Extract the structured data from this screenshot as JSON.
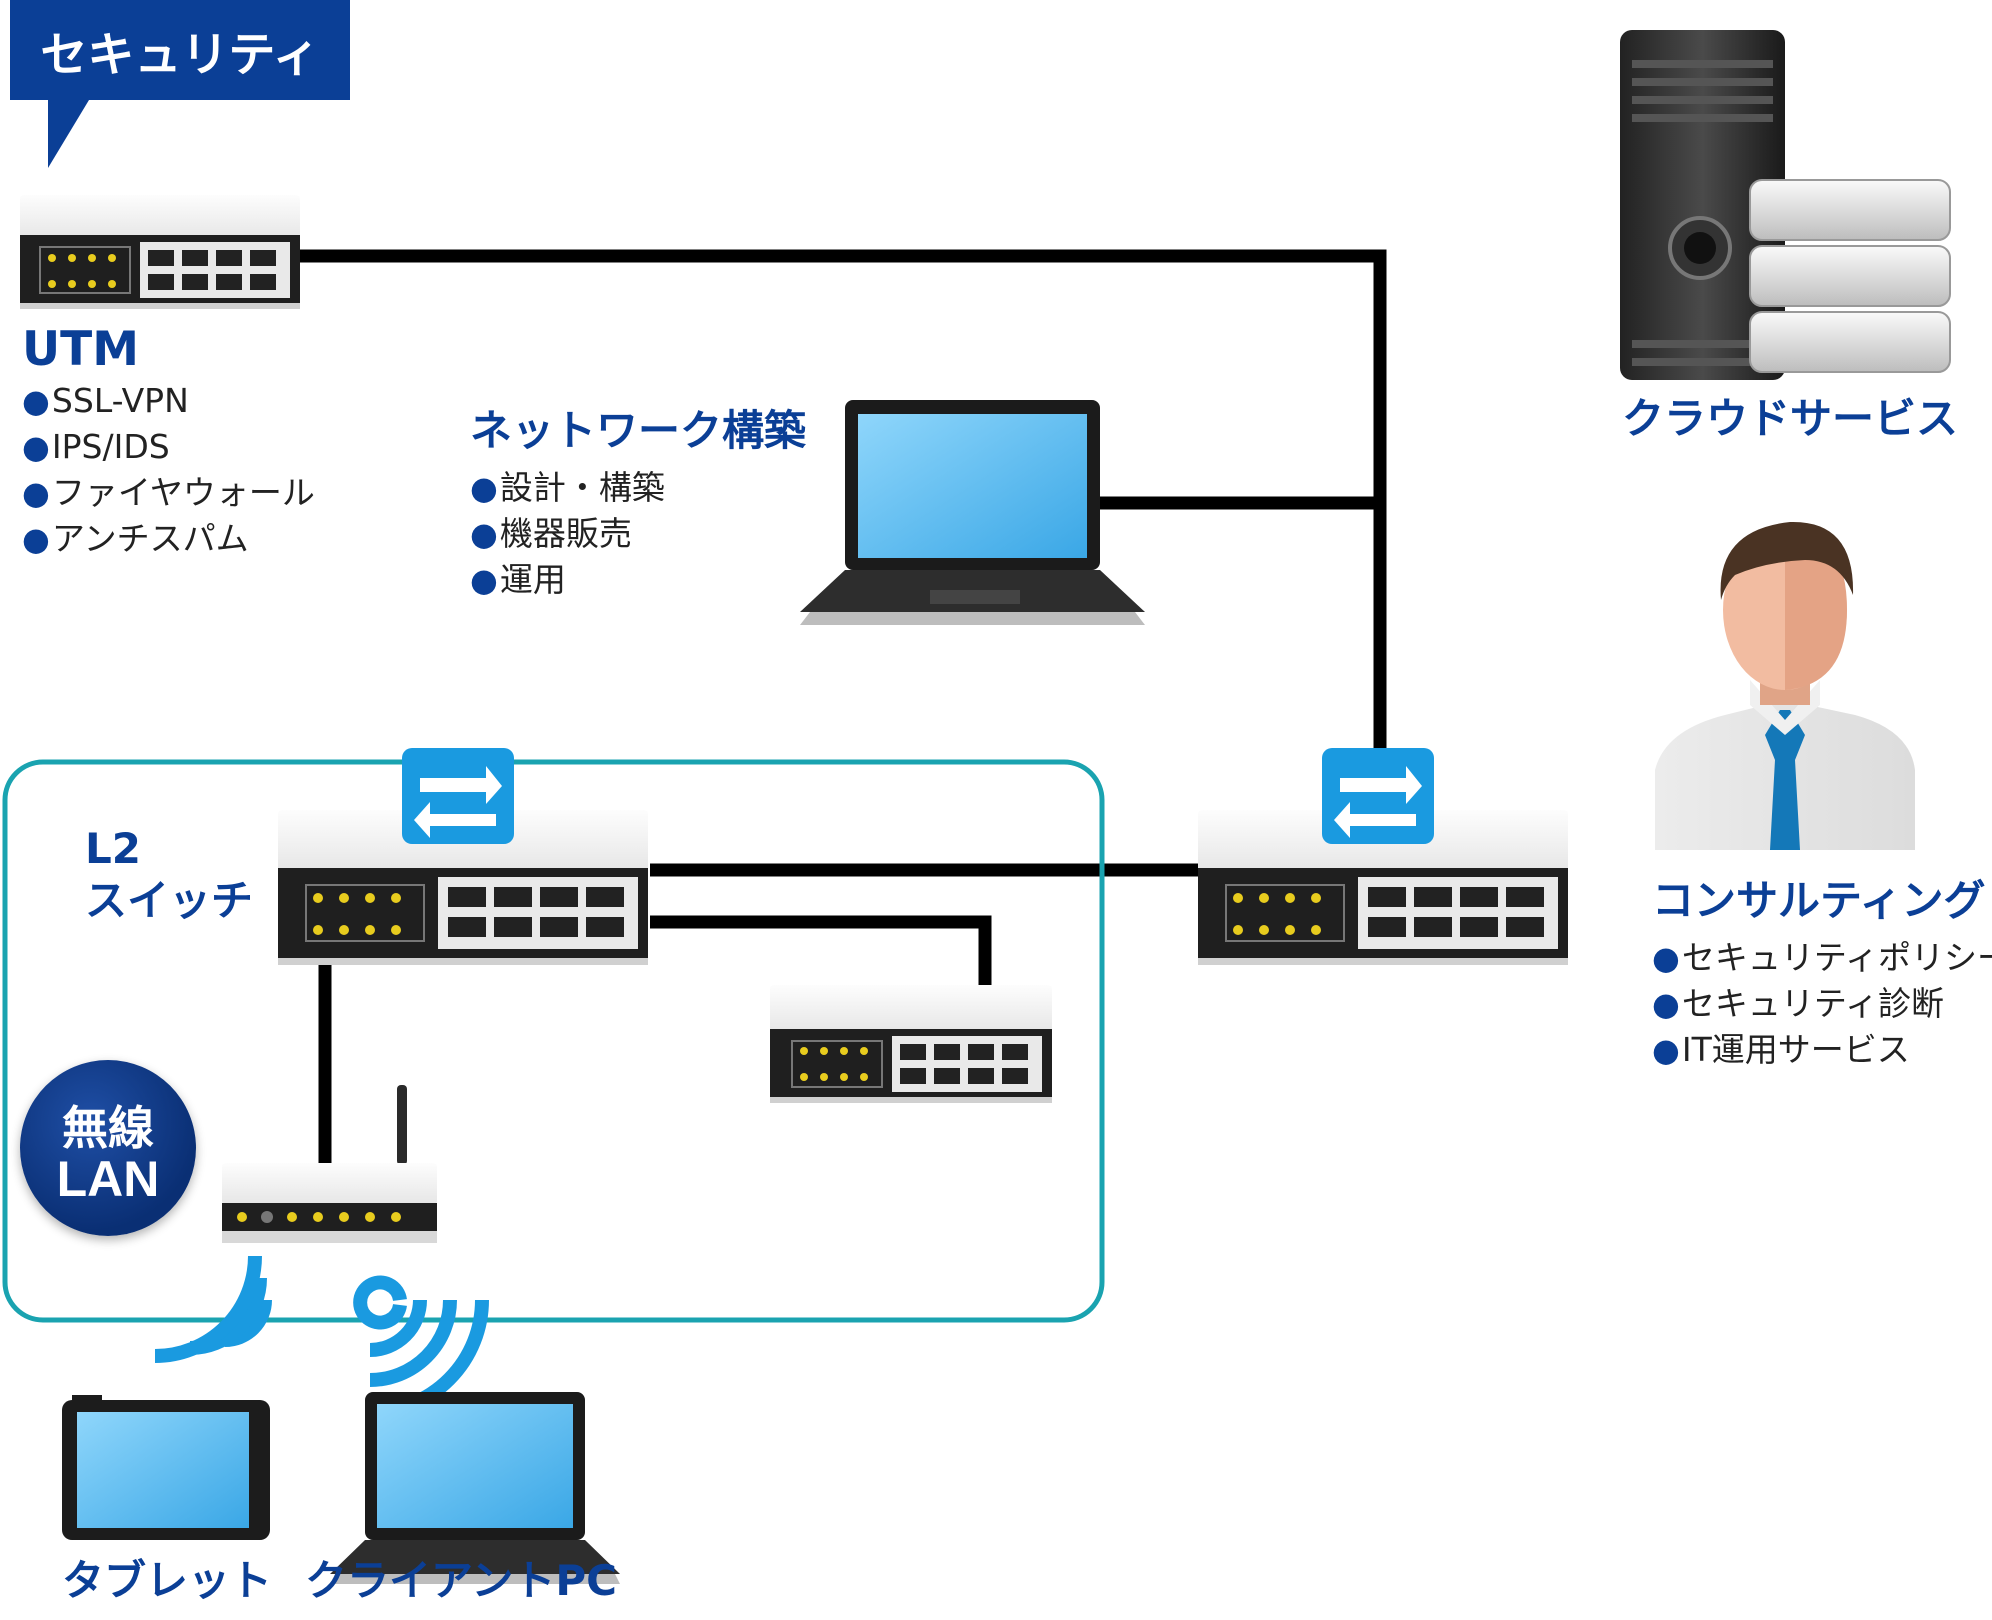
{
  "security_tag": "セキュリティ",
  "utm": {
    "title": "UTM",
    "items": [
      "SSL-VPN",
      "IPS/IDS",
      "ファイヤウォール",
      "アンチスパム"
    ]
  },
  "network": {
    "title": "ネットワーク構築",
    "items": [
      "設計・構築",
      "機器販売",
      "運用"
    ]
  },
  "cloud": {
    "title": "クラウドサービス"
  },
  "consulting": {
    "title": "コンサルティング",
    "items": [
      "セキュリティポリシー",
      "セキュリティ診断",
      "IT運用サービス"
    ]
  },
  "l2switch": {
    "line1": "L2",
    "line2": "スイッチ"
  },
  "wlan": {
    "line1": "無線",
    "line2": "LAN"
  },
  "tablet": {
    "label": "タブレット"
  },
  "client_pc": {
    "label": "クライアントPC"
  },
  "bullet_glyph": "●",
  "colors": {
    "brand_blue": "#0b3f96",
    "teal_frame": "#1aa3b0",
    "cable": "#000000",
    "switch_icon_blue": "#1a9ae0",
    "screen_blue": "#56b8f0"
  },
  "icons": [
    "utm-appliance-icon",
    "laptop-icon",
    "server-tower-icon",
    "database-icon",
    "person-icon",
    "switch-icon",
    "router-icon",
    "wifi-icon",
    "tablet-icon"
  ]
}
